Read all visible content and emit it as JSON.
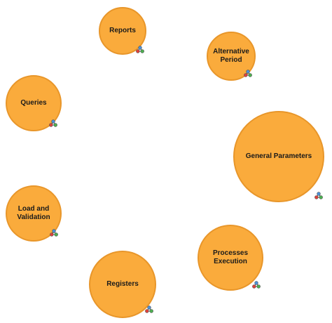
{
  "diagram": {
    "nodes": [
      {
        "id": "reports",
        "label": "Reports",
        "color": "#faab3c"
      },
      {
        "id": "alternative-period",
        "label": "Alternative\nPeriod",
        "color": "#faab3c"
      },
      {
        "id": "queries",
        "label": "Queries",
        "color": "#faab3c"
      },
      {
        "id": "general-parameters",
        "label": "General Parameters",
        "color": "#faab3c"
      },
      {
        "id": "load-and-validation",
        "label": "Load and\nValidation",
        "color": "#faab3c"
      },
      {
        "id": "processes-execution",
        "label": "Processes Execution",
        "color": "#faab3c"
      },
      {
        "id": "registers",
        "label": "Registers",
        "color": "#faab3c"
      }
    ],
    "node_icon": "linked-nodes-icon",
    "icon_colors": {
      "top": "#4a90d9",
      "left": "#e0403a",
      "right": "#4caf50",
      "stroke": "#555555"
    }
  }
}
